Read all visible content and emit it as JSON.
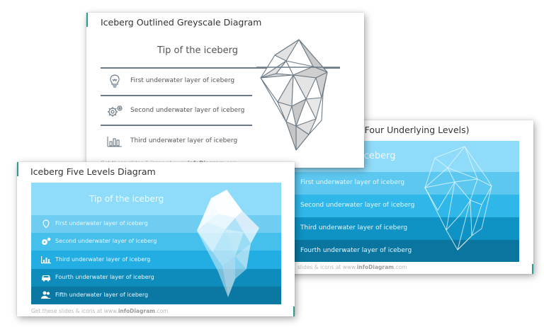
{
  "slides": [
    {
      "id": "outlined-greyscale",
      "title": "Iceberg Outlined Greyscale Diagram",
      "tip_label": "Tip of the iceberg",
      "layers": [
        {
          "icon": "lightbulb-icon",
          "label": "First underwater layer of iceberg"
        },
        {
          "icon": "gears-icon",
          "label": "Second underwater layer of iceberg"
        },
        {
          "icon": "bar-chart-icon",
          "label": "Third underwater layer of iceberg"
        }
      ],
      "footer": {
        "prefix": "Get these slides & icons at www.",
        "brand": "infoDiagram",
        "suffix": ".com"
      },
      "colors": {
        "line": "#6b7a86",
        "fill_light": "#e2e2e2",
        "fill_dark": "#c4c4c4"
      }
    },
    {
      "id": "five-levels",
      "title": "Iceberg Five Levels Diagram",
      "tip_label": "Tip of the iceberg",
      "layers": [
        {
          "icon": "location-pin-icon",
          "label": "First underwater layer of iceberg"
        },
        {
          "icon": "gears-icon",
          "label": "Second underwater layer of iceberg"
        },
        {
          "icon": "bar-chart-icon",
          "label": "Third underwater layer of iceberg"
        },
        {
          "icon": "car-icon",
          "label": "Fourth underwater layer of iceberg"
        },
        {
          "icon": "users-icon",
          "label": "Fifth underwater layer of iceberg"
        }
      ],
      "footer": {
        "prefix": "Get these slides & icons at www.",
        "brand": "infoDiagram",
        "suffix": ".com"
      },
      "colors": {
        "tip": "#8fdcfa",
        "bands": [
          "#6fcdf2",
          "#45c0ed",
          "#22ade3",
          "#0e8dbd",
          "#0b78a4"
        ]
      }
    },
    {
      "id": "four-underlying-levels",
      "title_visible": "am (Four Underlying Levels)",
      "tip_label_visible": "e iceberg",
      "layers": [
        {
          "label": "First underwater layer of iceberg"
        },
        {
          "label": "Second underwater layer of iceberg"
        },
        {
          "label": "Third underwater layer of iceberg"
        },
        {
          "label": "Fourth underwater layer of iceberg"
        }
      ],
      "footer": {
        "prefix": "slides & icons at www.",
        "brand": "infoDiagram",
        "suffix": ".com"
      },
      "colors": {
        "tip": "#8fdcfa",
        "bands": [
          "#5cc8f0",
          "#2fb7ea",
          "#0e93c4",
          "#0a769f"
        ]
      }
    }
  ]
}
